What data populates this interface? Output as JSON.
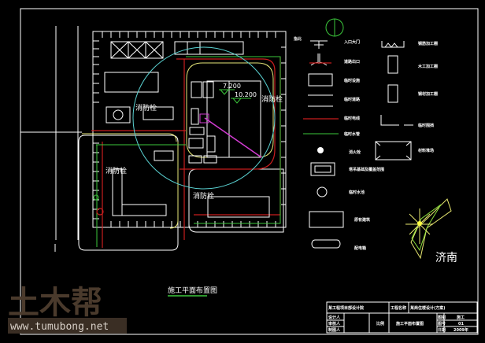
{
  "drawing": {
    "title": "施工平面布置图",
    "city_label": "济南",
    "hydrant_label": "消防栓",
    "elevations": [
      "7.200",
      "10.200"
    ]
  },
  "legend": {
    "north_label": "指北",
    "left": [
      "入口大门",
      "道路出口",
      "临时设施",
      "临时道路",
      "临时电线",
      "临时水管",
      "消火栓",
      "塔吊基础及覆盖范围",
      "临时水池",
      "原有建筑",
      "配电箱"
    ],
    "right": [
      "钢筋加工棚",
      "木工加工棚",
      "钢材加工棚",
      "临时围挡",
      "材料堆场"
    ]
  },
  "title_block": {
    "company": "某工程项目部设计院",
    "project_label": "工程名称",
    "project_name": "某商住楼设计(方案)",
    "rows": [
      "设计人",
      "审核人",
      "制图人"
    ],
    "drawing_name": "施工平面布置图",
    "scale_label": "比例",
    "meta": [
      [
        "图别",
        "施工"
      ],
      [
        "图号",
        "01"
      ],
      [
        "日期",
        "2009年"
      ]
    ]
  },
  "watermark": {
    "logo": "土木帮",
    "url": "www.tumubong.net"
  }
}
